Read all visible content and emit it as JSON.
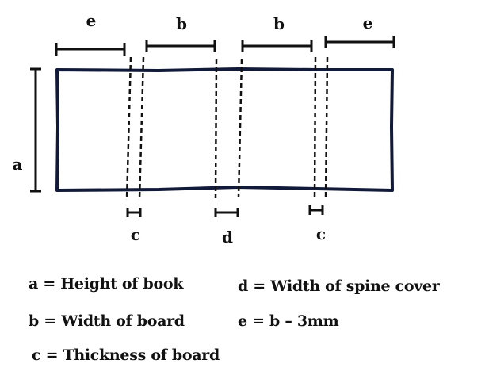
{
  "diagram": {
    "labels": {
      "e_left": "e",
      "b_left": "b",
      "b_right": "b",
      "e_right": "e",
      "a": "a",
      "c_left": "c",
      "d": "d",
      "c_right": "c"
    },
    "colors": {
      "outline": "#1a1a2e",
      "outline_tint": "#1f3aa8",
      "ink": "#111111"
    }
  },
  "legend": {
    "a": "a = Height of book",
    "d": "d = Width of spine cover",
    "b": "b = Width of board",
    "e": "e = b – 3mm",
    "c": "c = Thickness of board"
  }
}
